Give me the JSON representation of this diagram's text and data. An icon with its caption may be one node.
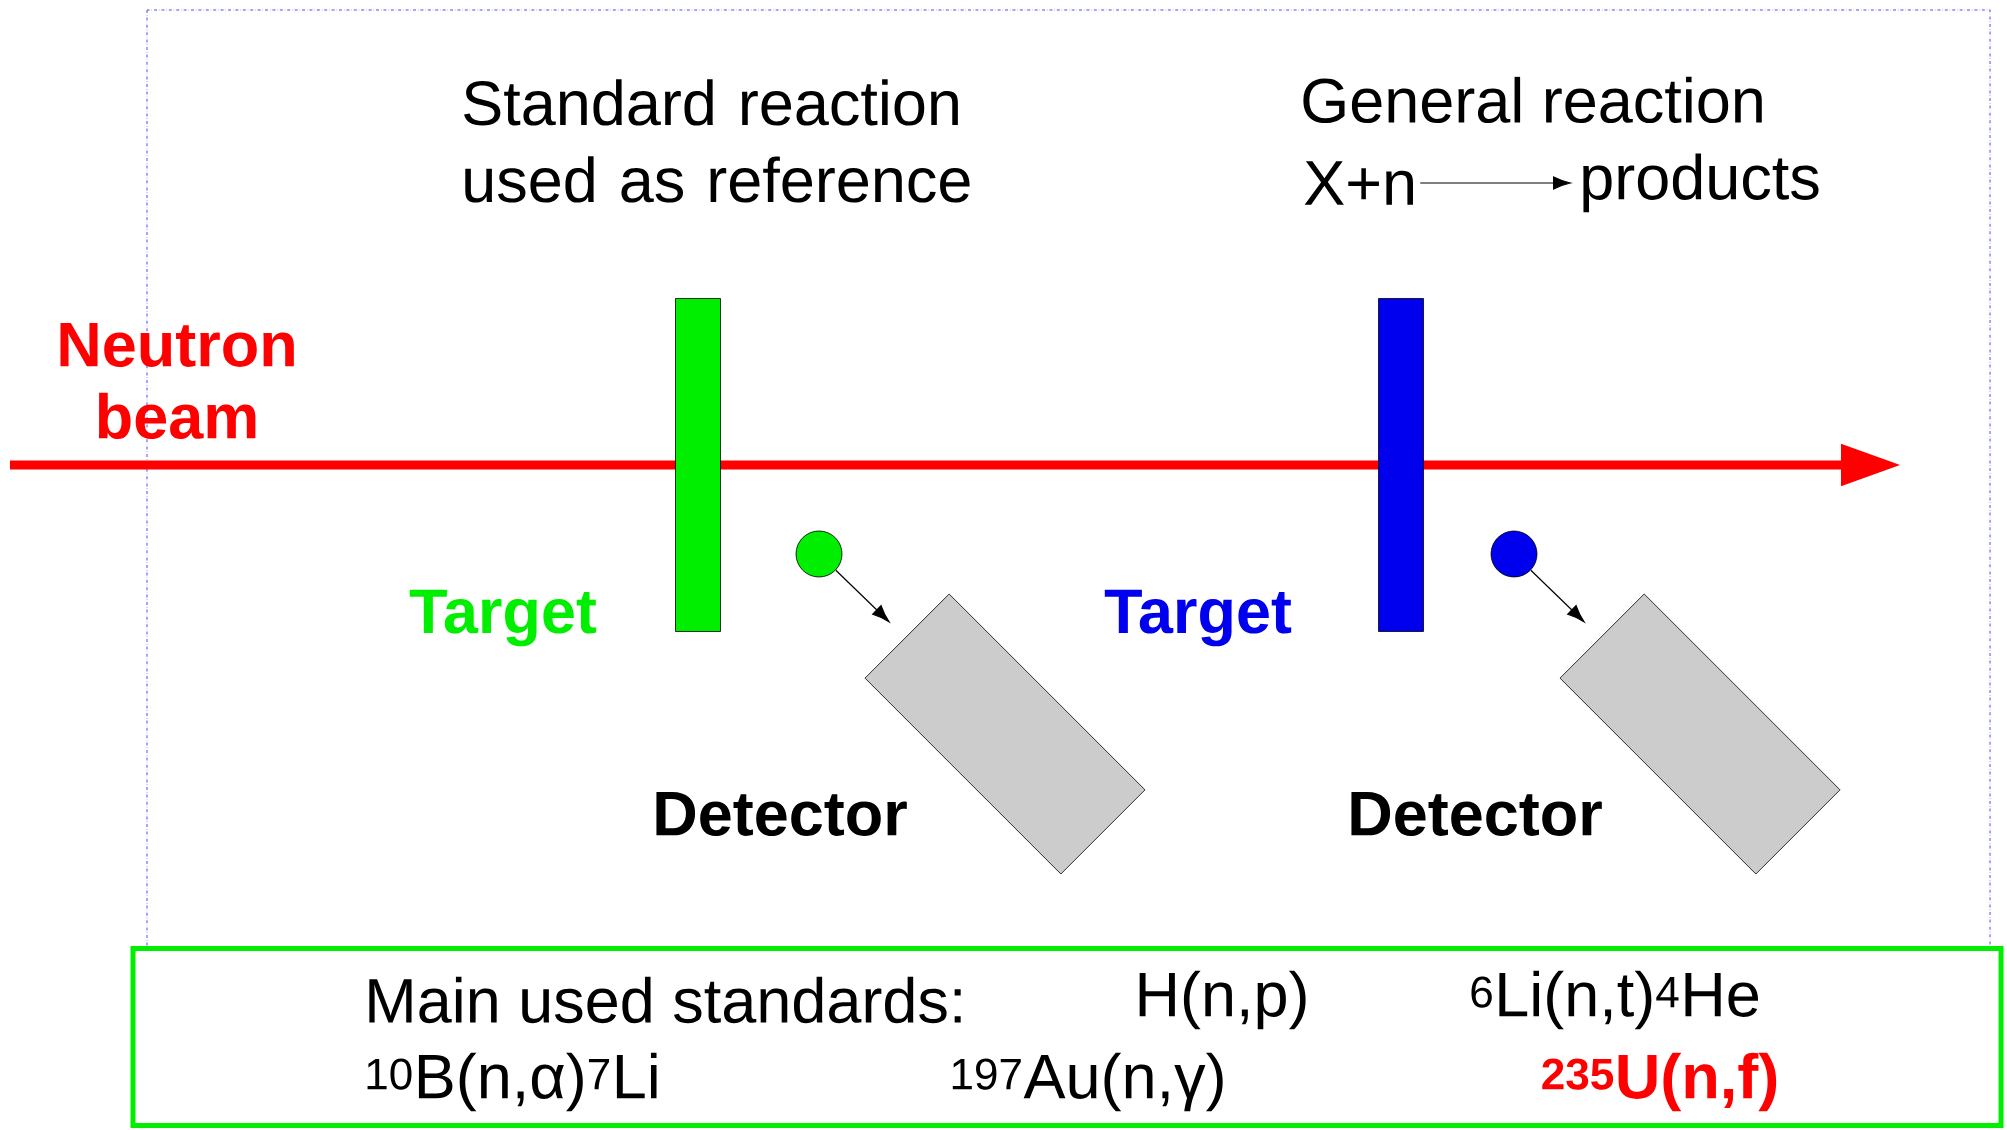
{
  "diagram": {
    "nodes": [
      {
        "text": [],
        "shape": "bar"
      },
      {
        "text": [],
        "shape": "circle"
      },
      {
        "text": [],
        "shape": "box",
        "beside": [
          "Detector"
        ]
      },
      {
        "text": [],
        "shape": "bar"
      },
      {
        "text": [],
        "shape": "circle"
      },
      {
        "text": [],
        "shape": "box",
        "beside": [
          "Detector"
        ]
      },
      {
        "text": [
          "Main used standards:",
          "H(n,p)",
          "$^{6}$Li(n,t)$^{4}$He",
          "$^{10}$B(n,α)$^{7}$Li",
          "$^{197}$Au(n,γ)",
          "$^{235}$U(n,f)"
        ]
      },
      {
        "text": [
          "X+n"
        ]
      },
      {
        "text": [
          "products"
        ]
      }
    ],
    "edges": [
      {
        "from": 1,
        "to": 2,
        "arrow": "to"
      },
      {
        "from": 4,
        "to": 5,
        "arrow": "to"
      },
      {
        "from": 7,
        "to": 8,
        "arrow": "to"
      }
    ],
    "labels": [
      "Standard reaction used as reference",
      "General reaction",
      "Neutron beam",
      "Target",
      "Target"
    ]
  }
}
